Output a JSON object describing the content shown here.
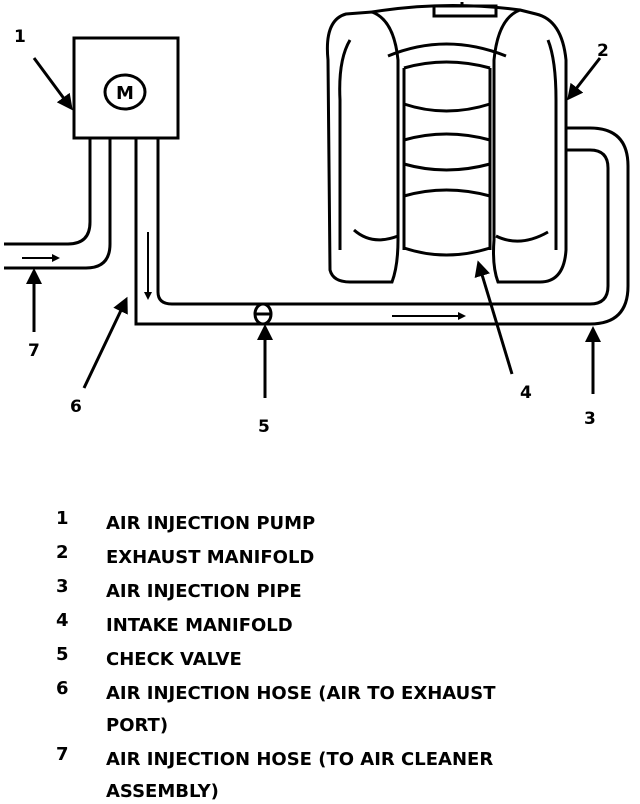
{
  "diagram": {
    "motor_symbol": "M",
    "callouts": [
      "1",
      "2",
      "3",
      "4",
      "5",
      "6",
      "7"
    ]
  },
  "legend": [
    {
      "num": "1",
      "text": "AIR INJECTION PUMP"
    },
    {
      "num": "2",
      "text": "EXHAUST MANIFOLD"
    },
    {
      "num": "3",
      "text": "AIR INJECTION PIPE"
    },
    {
      "num": "4",
      "text": "INTAKE MANIFOLD"
    },
    {
      "num": "5",
      "text": "CHECK VALVE"
    },
    {
      "num": "6",
      "text": "AIR INJECTION HOSE (AIR TO EXHAUST PORT)"
    },
    {
      "num": "7",
      "text": "AIR INJECTION HOSE (TO AIR CLEANER ASSEMBLY)"
    }
  ]
}
